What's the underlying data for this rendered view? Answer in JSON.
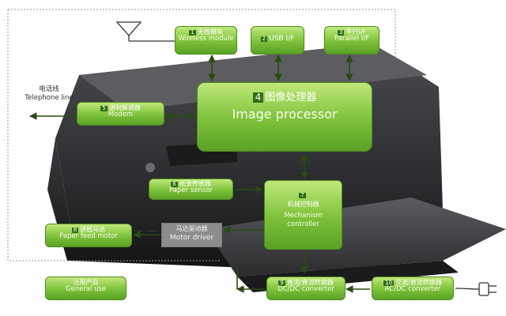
{
  "boxes": [
    {
      "id": "wireless",
      "num": "1",
      "zh": "无线模块",
      "en": "Wireless module"
    },
    {
      "id": "usb",
      "num": "2",
      "zh": "USB I/F",
      "en": ""
    },
    {
      "id": "parallel",
      "num": "3",
      "zh": "平行I/F",
      "en": "Parallel I/F"
    },
    {
      "id": "image",
      "num": "4",
      "zh": "图像处理器",
      "en": "Image processor"
    },
    {
      "id": "modem",
      "num": "5",
      "zh": "调制解调器",
      "en": "Modem"
    },
    {
      "id": "paper_sensor",
      "num": "6",
      "zh": "纸张传感器",
      "en": "Paper sensor"
    },
    {
      "id": "mechanism",
      "num": "7",
      "zh": "机械控制器",
      "en": "Mechanism controller"
    },
    {
      "id": "paper_feed",
      "num": "8",
      "zh": "送纸马达",
      "en": "Paper feed motor"
    },
    {
      "id": "dcdc",
      "num": "9",
      "zh": "直流/直流转换器",
      "en": "DC/DC converter"
    },
    {
      "id": "acdc",
      "num": "10",
      "zh": "交流/直流转换器",
      "en": "AC/DC converter"
    },
    {
      "id": "general",
      "num": "",
      "zh": "泛用产品",
      "en": "General use"
    }
  ],
  "motor_driver": {
    "zh": "马达驱动器",
    "en": "Motor driver"
  },
  "telephone": {
    "zh": "电话线",
    "en": "Telephone line"
  },
  "colors": {
    "green_top": "#bfe87a",
    "green_bottom": "#5aa126",
    "border": "#4e8c1c",
    "arrow": "#2a4a12",
    "printer": "#2e2f31"
  }
}
